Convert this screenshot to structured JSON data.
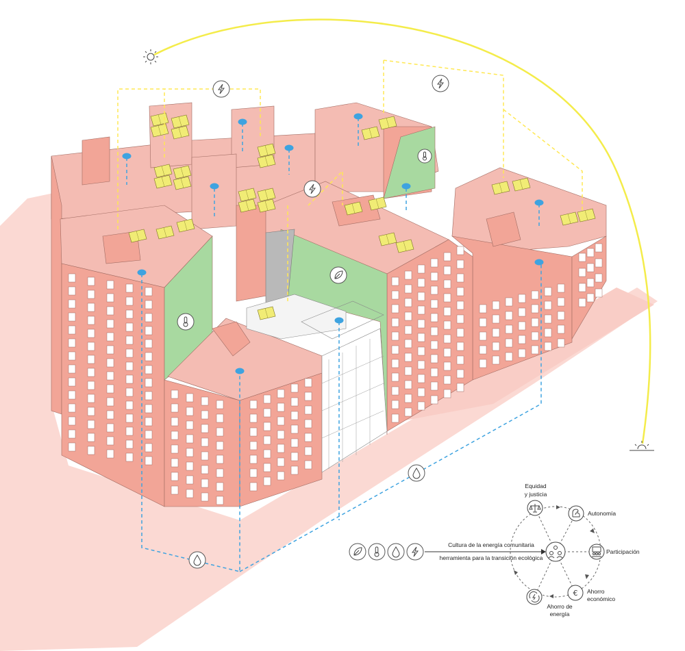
{
  "colors": {
    "building_top": "#f4bcb3",
    "building_wall": "#f2a597",
    "building_shadow": "#e79282",
    "ground": "#fbd9d3",
    "green_wall": "#a8d9a0",
    "solar_panel": "#f1ec75",
    "water_blue": "#3ea3e0",
    "energy_yellow": "#ffe853",
    "sun_arc": "#f4ec4a",
    "icon_stroke": "#444444"
  },
  "icons": {
    "sun": "sun-icon",
    "sunset": "sunset-icon",
    "energy": "lightning-icon",
    "water": "water-drop-icon",
    "temperature": "thermometer-icon",
    "leaf": "leaf-icon"
  },
  "legend": {
    "line1": "Cultura de la energía comunitaria",
    "line2": "herramienta para la transición ecológica",
    "left_icons": [
      "leaf-icon",
      "thermometer-icon",
      "water-drop-icon",
      "lightning-icon"
    ],
    "center_icon": "community-icon",
    "cycle": [
      {
        "key": "equity",
        "label1": "Equidad",
        "label2": "y justicia",
        "icon": "scales-icon"
      },
      {
        "key": "autonomy",
        "label1": "Autonomía",
        "label2": "",
        "icon": "arm-icon"
      },
      {
        "key": "participation",
        "label1": "Participación",
        "label2": "",
        "icon": "meeting-icon"
      },
      {
        "key": "savings",
        "label1": "Ahorro",
        "label2": "económico",
        "icon": "euro-icon"
      },
      {
        "key": "energy_saving",
        "label1": "Ahorro de",
        "label2": "energía",
        "icon": "energy-cycle-icon"
      }
    ]
  }
}
